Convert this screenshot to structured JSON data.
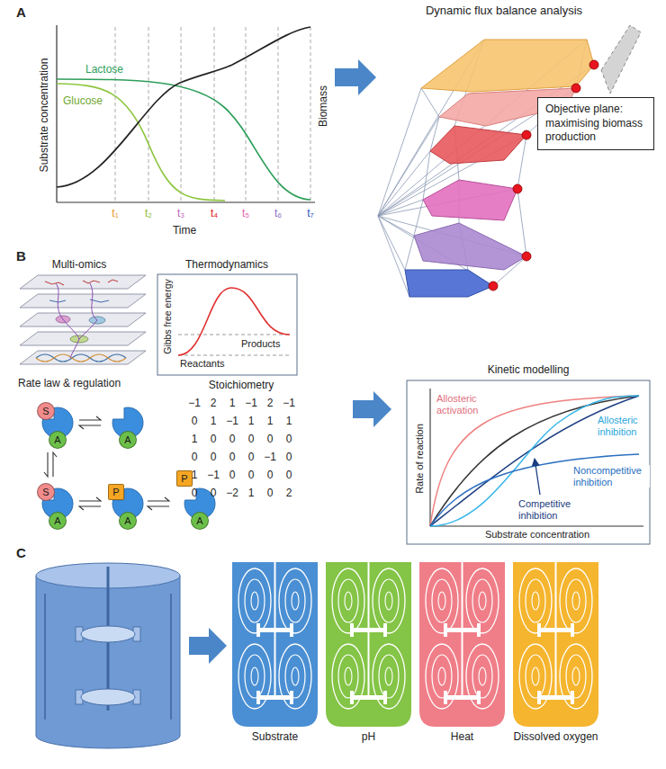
{
  "diagram": {
    "nodes": [
      {
        "text": [
          "Objective plane: maximising biomass production"
        ]
      },
      {
        "text": [
          "S"
        ]
      },
      {
        "text": [
          "A"
        ]
      },
      {
        "text": [
          "A"
        ]
      },
      {
        "text": [
          "S"
        ]
      },
      {
        "text": [
          "A"
        ]
      },
      {
        "text": [
          "P"
        ]
      },
      {
        "text": [
          "A"
        ]
      },
      {
        "text": [
          "P"
        ]
      },
      {
        "text": [
          "A"
        ]
      }
    ],
    "labels": [
      "A",
      "Substrate concentration",
      "Lactose",
      "Glucose",
      "Biomass",
      "t₁",
      "t₂",
      "t₃",
      "t₄",
      "t₅",
      "t₆",
      "t₇",
      "Time",
      "Dynamic flux balance analysis",
      "B",
      "Multi-omics",
      "Thermodynamics",
      "Gibbs free energy",
      "Products",
      "Reactants",
      "Rate law & regulation",
      "Stoichiometry",
      "−1",
      "2",
      "1",
      "−1",
      "2",
      "−1",
      "0",
      "1",
      "−1",
      "1",
      "1",
      "1",
      "1",
      "0",
      "0",
      "0",
      "0",
      "0",
      "0",
      "0",
      "0",
      "0",
      "−1",
      "0",
      "1",
      "−1",
      "0",
      "0",
      "0",
      "0",
      "0",
      "0",
      "−2",
      "1",
      "0",
      "2",
      "Kinetic modelling",
      "Allosteric activation",
      "Allosteric inhibition",
      "Noncompetitive inhibition",
      "Competitive inhibition",
      "Rate of reaction",
      "Substrate concentration",
      "C",
      "Substrate",
      "pH",
      "Heat",
      "Dissolved oxygen"
    ]
  }
}
